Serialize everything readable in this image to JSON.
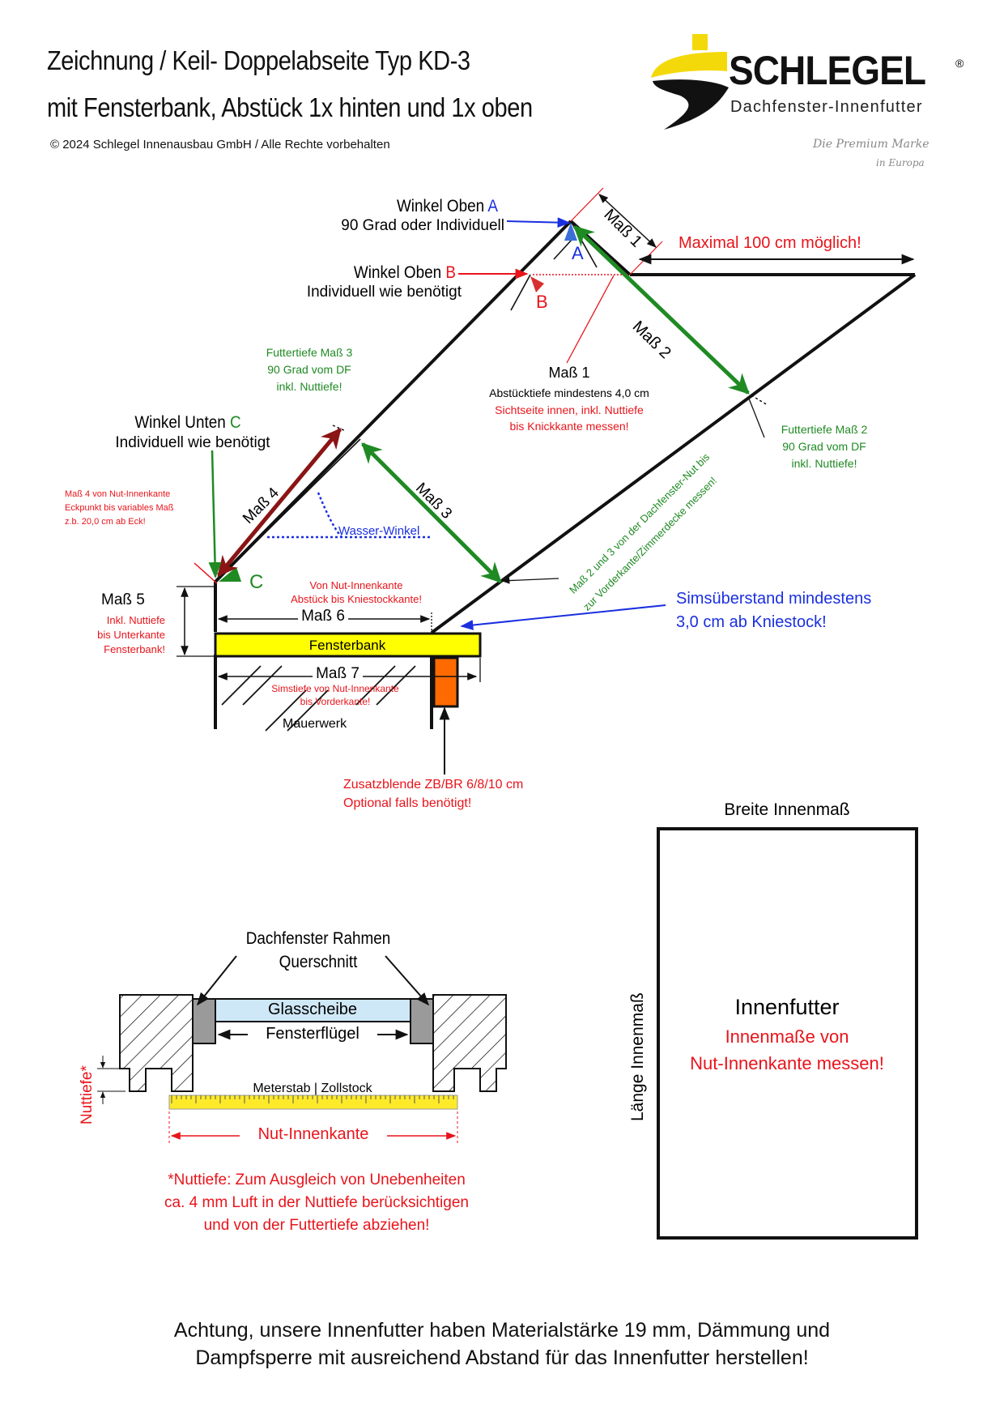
{
  "header": {
    "title_line1": "Zeichnung / Keil- Doppelabseite Typ KD-3",
    "title_line2": "mit Fensterbank, Abstück 1x hinten und 1x oben",
    "copyright": "© 2024 Schlegel Innenausbau GmbH / Alle Rechte vorbehalten"
  },
  "logo": {
    "brand": "SCHLEGEL",
    "registered": "®",
    "subtitle": "Dachfenster-Innenfutter",
    "tagline_1": "Die Premium Marke",
    "tagline_2": "in Europa"
  },
  "diagram": {
    "winkel_oben_a": "Winkel Oben",
    "letter_a": "A",
    "winkel_oben_a_sub": "90 Grad oder Individuell",
    "winkel_oben_b": "Winkel Oben",
    "letter_b": "B",
    "winkel_oben_b_sub": "Individuell wie benötigt",
    "mass1": "Maß 1",
    "maximal": "Maximal 100 cm möglich!",
    "mass2": "Maß 2",
    "mass1_title": "Maß 1",
    "mass1_desc": "Abstücktiefe mindestens 4,0 cm",
    "mass1_red_1": "Sichtseite innen, inkl. Nuttiefe",
    "mass1_red_2": "bis Knickkante messen!",
    "futter3_1": "Futtertiefe Maß 3",
    "futter3_2": "90 Grad vom DF",
    "futter3_3": "inkl. Nuttiefe!",
    "futter2_1": "Futtertiefe Maß 2",
    "futter2_2": "90 Grad vom DF",
    "futter2_3": "inkl. Nuttiefe!",
    "winkel_unten": "Winkel Unten",
    "letter_c": "C",
    "winkel_unten_sub": "Individuell wie benötigt",
    "mass4": "Maß 4",
    "mass4_note_1": "Maß 4 von Nut-Innenkante",
    "mass4_note_2": "Eckpunkt bis variables Maß",
    "mass4_note_3": "z.b. 20,0 cm ab Eck!",
    "mass3": "Maß 3",
    "wasser": "Wasser-Winkel",
    "diag_note_1": "Maß 2 und 3 von der Dachfenster-Nut bis",
    "diag_note_2": "zur Vorderkante/Zimmerdecke messen!",
    "mass5": "Maß 5",
    "mass5_note_1": "Inkl. Nuttiefe",
    "mass5_note_2": "bis Unterkante",
    "mass5_note_3": "Fensterbank!",
    "mass6_note_1": "Von Nut-Innenkante",
    "mass6_note_2": "Abstück bis Kniestockkante!",
    "mass6": "Maß 6",
    "sims_1": "Simsüberstand mindestens",
    "sims_2": "3,0 cm ab Kniestock!",
    "fensterbank": "Fensterbank",
    "mass7": "Maß 7",
    "mass7_note_1": "Simstiefe von Nut-Innenkante",
    "mass7_note_2": "bis Vorderkante!",
    "mauerwerk": "Mauerwerk",
    "zusatz_1": "Zusatzblende ZB/BR 6/8/10 cm",
    "zusatz_2": "Optional falls benötigt!"
  },
  "frame": {
    "title_1": "Dachfenster Rahmen",
    "title_2": "Querschnitt",
    "glass": "Glasscheibe",
    "fluegel": "Fensterflügel",
    "nuttiefe": "Nuttiefe*",
    "meterstab": "Meterstab | Zollstock",
    "nut_innenkante": "Nut-Innenkante",
    "note_1": "*Nuttiefe: Zum Ausgleich von Unebenheiten",
    "note_2": "ca. 4 mm Luft in der Nuttiefe berücksichtigen",
    "note_3": "und von der Futtertiefe abziehen!"
  },
  "innenfutter_box": {
    "breite": "Breite Innenmaß",
    "laenge": "Länge Innenmaß",
    "title": "Innenfutter",
    "red_1": "Innenmaße von",
    "red_2": "Nut-Innenkante messen!"
  },
  "footer": {
    "line1": "Achtung, unsere Innenfutter haben Materialstärke 19 mm, Dämmung und",
    "line2": "Dampfsperre mit ausreichend Abstand für das Innenfutter herstellen!"
  },
  "colors": {
    "red": "#e8141b",
    "green": "#1f8a23",
    "blue": "#1a2fe0",
    "darkred": "#8b1414",
    "yellow": "#ffff00",
    "orange": "#ff6a00",
    "glass": "#cfe8f7"
  }
}
